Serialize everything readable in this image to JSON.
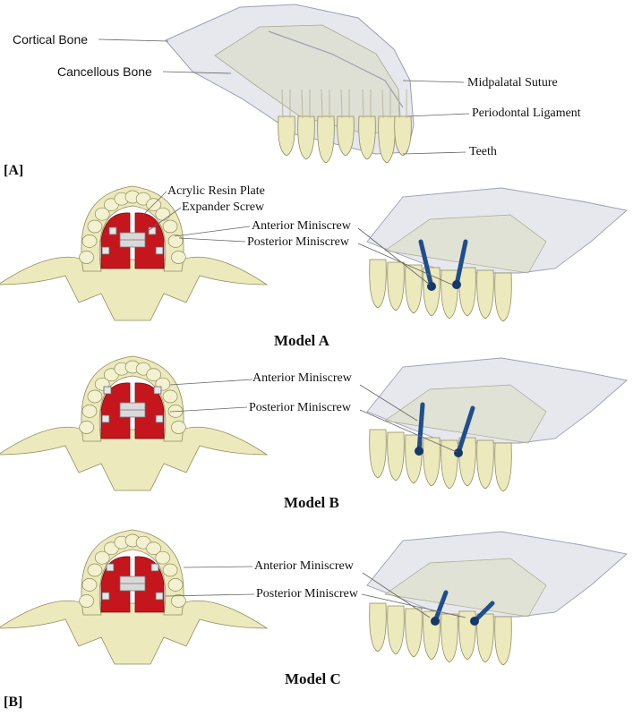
{
  "panel_a": {
    "tag": "[A]",
    "labels": {
      "cortical": "Cortical Bone",
      "cancellous": "Cancellous Bone",
      "suture": "Midpalatal Suture",
      "pdl": "Periodontal Ligament",
      "teeth": "Teeth"
    }
  },
  "panel_b": {
    "tag": "[B]",
    "acrylic": "Acrylic Resin Plate",
    "expander": "Expander Screw",
    "models": [
      {
        "name": "Model A",
        "anterior": "Anterior Miniscrew",
        "posterior": "Posterior Miniscrew"
      },
      {
        "name": "Model B",
        "anterior": "Anterior Miniscrew",
        "posterior": "Posterior Miniscrew"
      },
      {
        "name": "Model C",
        "anterior": "Anterior Miniscrew",
        "posterior": "Posterior Miniscrew"
      }
    ]
  },
  "colors": {
    "bone": "#ece9bd",
    "bone_stroke": "#8f8c5c",
    "resin": "#c4161c",
    "translucent": "#c8cbd6",
    "screw": "#1f4e8c"
  }
}
